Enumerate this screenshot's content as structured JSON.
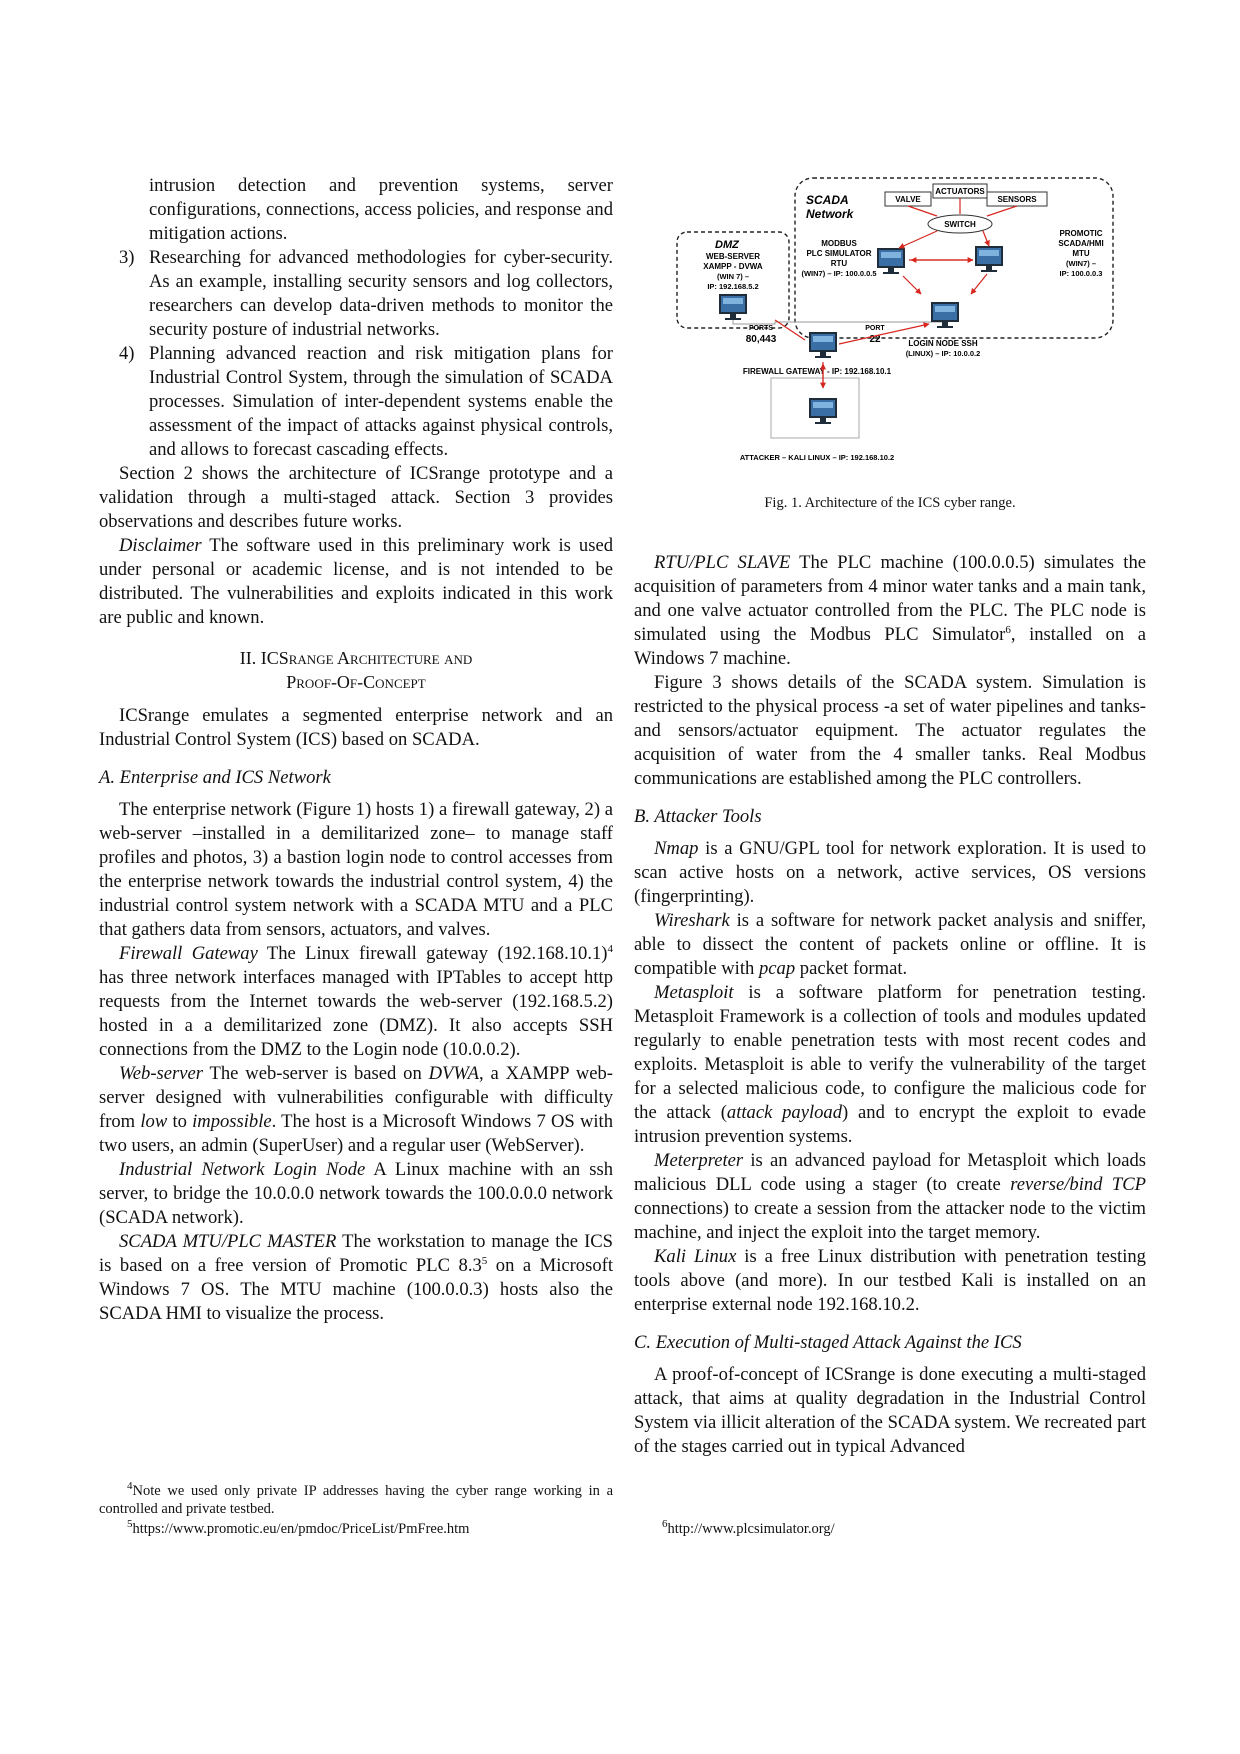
{
  "left": {
    "cont1": "intrusion detection and prevention systems, server configurations, connections, access policies, and response and mitigation actions.",
    "item3_num": "3)",
    "item3": "Researching for advanced methodologies for cyber-security. As an example, installing security sensors and log collectors, researchers can develop data-driven methods to monitor the security posture of industrial networks.",
    "item4_num": "4)",
    "item4": "Planning advanced reaction and risk mitigation plans for Industrial Control System, through the simulation of SCADA processes. Simulation of inter-dependent systems enable the assessment of the impact of attacks against physical controls, and allows to forecast cascading effects.",
    "p_section2": "Section 2 shows the architecture of ICSrange prototype and a validation through a multi-staged attack. Section 3 provides observations and describes future works.",
    "disclaimer_label": "Disclaimer",
    "disclaimer_text": " The software used in this preliminary work is used under personal or academic license, and is not intended to be distributed. The vulnerabilities and exploits indicated in this work are public and known.",
    "sec2_line1": "II. ICSrange Architecture and",
    "sec2_line2": "Proof-Of-Concept",
    "p_intro": "ICSrange emulates a segmented enterprise network and an Industrial Control System (ICS) based on SCADA.",
    "subA": "A. Enterprise and ICS Network",
    "p_enterprise": "The enterprise network (Figure 1) hosts 1) a firewall gateway, 2) a web-server –installed in a demilitarized zone– to manage staff profiles and photos, 3) a bastion login node to control accesses from the enterprise network towards the industrial control system, 4) the industrial control system network with a SCADA MTU and a PLC that gathers data from sensors, actuators, and valves.",
    "fw_label": "Firewall Gateway",
    "fw_text1": " The Linux firewall gateway (192.168.10.1)",
    "fw_sup": "4",
    "fw_text2": " has three network interfaces managed with IPTables to accept http requests from the Internet towards the web-server (192.168.5.2) hosted in a a demilitarized zone (DMZ). It also accepts SSH connections from the DMZ to the Login node (10.0.0.2).",
    "ws_label": "Web-server",
    "ws_text1": " The web-server is based on ",
    "ws_dvwa": "DVWA",
    "ws_text2": ", a XAMPP web-server designed with vulnerabilities configurable with difficulty from ",
    "ws_low": "low",
    "ws_text3": " to ",
    "ws_impossible": "impossible",
    "ws_text4": ". The host is a Microsoft Windows 7 OS with two users, an admin (SuperUser) and a regular user (WebServer).",
    "login_label": "Industrial Network Login Node",
    "login_text": " A Linux machine with an ssh server, to bridge the 10.0.0.0 network towards the 100.0.0.0 network (SCADA network).",
    "mtu_label": "SCADA MTU/PLC MASTER",
    "mtu_text1": " The workstation to manage the ICS is based on a free version of Promotic PLC 8.3",
    "mtu_sup": "5",
    "mtu_text2": " on a Microsoft Windows 7 OS. The MTU machine (100.0.0.3) hosts also the SCADA HMI to visualize the process."
  },
  "footnotes": {
    "fn4_mark": "4",
    "fn4": "Note we used only private IP addresses having the cyber range working in a controlled and private testbed.",
    "fn5_mark": "5",
    "fn5": "https://www.promotic.eu/en/pmdoc/PriceList/PmFree.htm",
    "fn6_mark": "6",
    "fn6": "http://www.plcsimulator.org/"
  },
  "figure": {
    "caption": "Fig. 1.  Architecture of the ICS cyber range.",
    "scada_title1": "SCADA",
    "scada_title2": "Network",
    "valve": "VALVE",
    "actuators": "ACTUATORS",
    "sensors": "SENSORS",
    "switch": "SWITCH",
    "dmz_title": "DMZ",
    "dmz_l1": "WEB-SERVER",
    "dmz_l2": "XAMPP - DVWA",
    "dmz_l3": "(WIN 7) –",
    "dmz_l4": "IP:  192.168.5.2",
    "modbus_l1": "MODBUS",
    "modbus_l2": "PLC SIMULATOR",
    "modbus_l3": "RTU",
    "modbus_l4": "(WIN7) – IP: 100.0.0.5",
    "promotic_l1": "PROMOTIC",
    "promotic_l2": "SCADA/HMI",
    "promotic_l3": "MTU",
    "promotic_l4": "(WIN7) –",
    "promotic_l5": "IP: 100.0.0.3",
    "ports_label": "PORTS",
    "ports_val": "80,443",
    "port_label": "PORT",
    "port_val": "22",
    "login_l1": "LOGIN NODE SSH",
    "login_l2": "(LINUX) – IP: 10.0.0.2",
    "firewall": "FIREWALL GATEWAY  - IP: 192.168.10.1",
    "attacker": "ATTACKER – KALI LINUX – IP: 192.168.10.2"
  },
  "right": {
    "rtu_label": "RTU/PLC SLAVE",
    "rtu_text1": " The PLC machine (100.0.0.5) simulates the acquisition of parameters from 4 minor water tanks and a main tank, and one valve actuator controlled from the PLC. The PLC node is simulated using the Modbus PLC Simulator",
    "rtu_sup": "6",
    "rtu_text2": ", installed on a Windows 7 machine.",
    "p_fig3": "Figure 3 shows details of the SCADA system. Simulation is restricted to the physical process -a set of water pipelines and tanks- and sensors/actuator equipment. The actuator regulates the acquisition of water from the 4 smaller tanks. Real Modbus communications are established among the PLC controllers.",
    "subB": "B. Attacker Tools",
    "nmap_label": "Nmap",
    "nmap_text": " is a GNU/GPL tool for network exploration. It is used to scan active hosts on a network, active services, OS versions (fingerprinting).",
    "ws_label": "Wireshark",
    "ws_text1": " is a software for network packet analysis and sniffer, able to dissect the content of packets online or offline. It is compatible with ",
    "ws_pcap": "pcap",
    "ws_text2": " packet format.",
    "msf_label": "Metasploit",
    "msf_text1": " is a software platform for penetration testing. Metasploit Framework is a collection of tools and modules updated regularly to enable penetration tests with most recent codes and exploits. Metasploit is able to verify the vulnerability of the target for a selected malicious code, to configure the malicious code for the attack (",
    "msf_payload": "attack payload",
    "msf_text2": ") and to encrypt the exploit to evade intrusion prevention systems.",
    "met_label": "Meterpreter",
    "met_text1": " is an advanced payload for Metasploit which loads malicious DLL code using a stager (to create ",
    "met_rev": "reverse/bind TCP",
    "met_text2": " connections) to create a session from the attacker node to the victim machine, and inject the exploit into the target memory.",
    "kali_label": "Kali Linux",
    "kali_text": " is a free Linux distribution with penetration testing tools above (and more). In our testbed Kali is installed on an enterprise external node 192.168.10.2.",
    "subC": "C. Execution of Multi-staged Attack Against the ICS",
    "p_exec": "A proof-of-concept of ICSrange is done executing a multi-staged attack, that aims at quality degradation in the Industrial Control System via illicit alteration of the SCADA system. We recreated part of the stages carried out in typical Advanced"
  }
}
